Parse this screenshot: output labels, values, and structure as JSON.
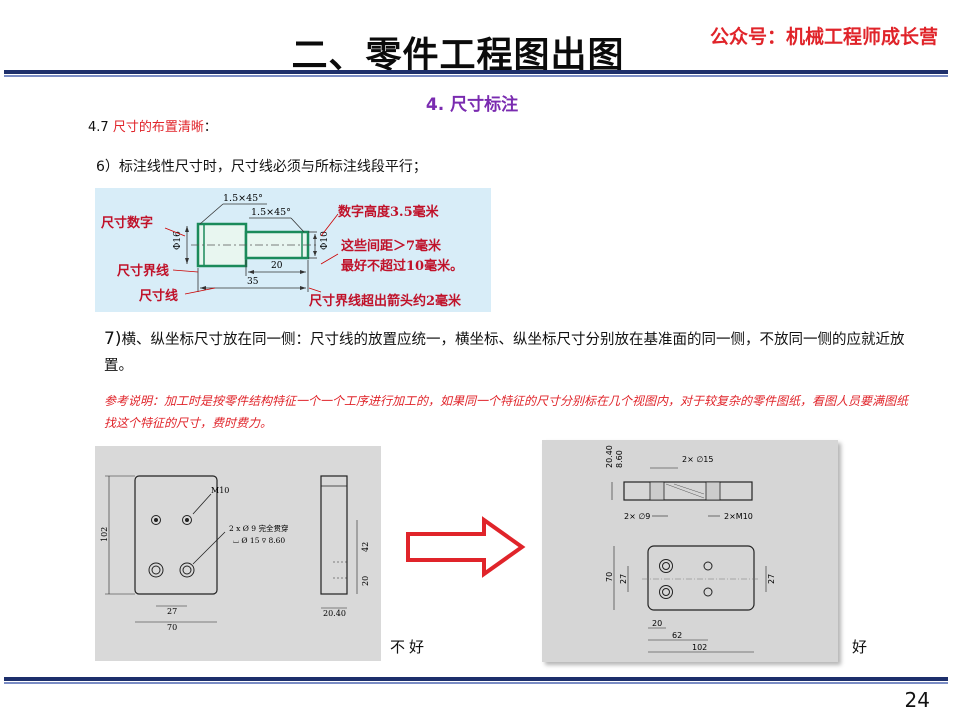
{
  "header": {
    "title": "二、零件工程图出图",
    "brand": "公众号：机械工程师成长营"
  },
  "section": {
    "heading": "4. 尺寸标注"
  },
  "subheading": {
    "prefix": "4.7 ",
    "highlight": "尺寸的布置清晰",
    "suffix": "："
  },
  "rule6": "6）标注线性尺寸时，尺寸线必须与所标注线段平行；",
  "figure1": {
    "chamfer1": "1.5×45°",
    "chamfer2": "1.5×45°",
    "label_dim_number": "尺寸数字",
    "label_ext_line": "尺寸界线",
    "label_dim_line": "尺寸线",
    "dia16": "Φ16",
    "dia10": "Φ10",
    "len20": "20",
    "len35": "35",
    "note_height": "数字高度3.5毫米",
    "note_gap1": "这些间距＞7毫米",
    "note_gap2": "最好不超过10毫米。",
    "note_extend": "尺寸界线超出箭头约2毫米"
  },
  "rule7": {
    "number": "7)",
    "text": "横、纵坐标尺寸放在同一侧：尺寸线的放置应统一，横坐标、纵坐标尺寸分别放在基准面的同一侧，不放同一侧的应就近放置。"
  },
  "note": "参考说明：加工时是按零件结构特征一个一个工序进行加工的，如果同一个特征的尺寸分别标在几个视图内，对于较复杂的零件图纸，看图人员要满图纸找这个特征的尺寸，费时费力。",
  "figure_bad": {
    "m10": "M10",
    "hole_note1": "2 x Ø 9 完全贯穿",
    "hole_note2": "⌴ Ø 15 ⊽ 8.60",
    "dim102": "102",
    "dim27": "27",
    "dim70": "70",
    "dim42": "42",
    "dim20": "20",
    "dim2040": "20.40"
  },
  "figure_good": {
    "dim2040": "20.40",
    "dim860": "8.60",
    "dia15": "2× ∅15",
    "dia9": "2× ∅9",
    "m10": "2×M10",
    "dim70": "70",
    "dim27a": "27",
    "dim27b": "27",
    "dim20": "20",
    "dim62": "62",
    "dim102": "102"
  },
  "label_bad": "不好",
  "label_good": "好",
  "page_number": "24",
  "colors": {
    "title_bar": "#1d2f6b",
    "brand_red": "#e0242a",
    "section_purple": "#7a2bb0",
    "arrow_red": "#e0242a",
    "part_green": "#1a8a5a"
  }
}
